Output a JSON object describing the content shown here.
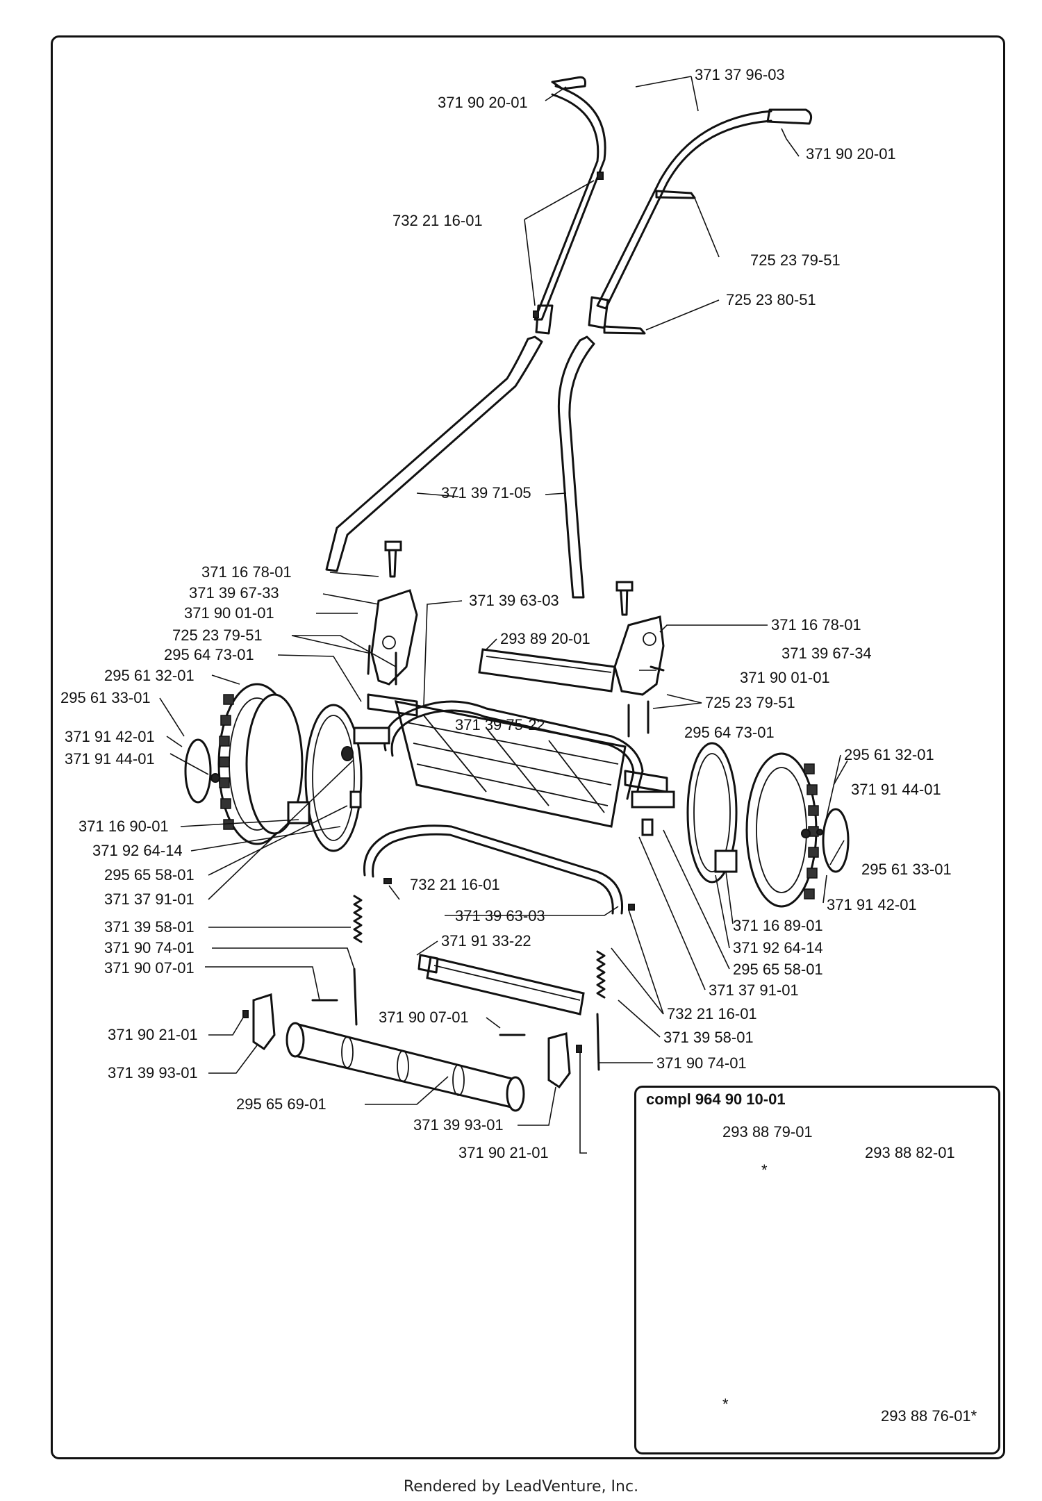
{
  "inset": {
    "title": "compl 964 90 10-01"
  },
  "footer": "Rendered by LeadVenture, Inc.",
  "labels": [
    {
      "id": "l1",
      "text": "371 37 96-03"
    },
    {
      "id": "l2",
      "text": "371 90 20-01"
    },
    {
      "id": "l3",
      "text": "371 90 20-01"
    },
    {
      "id": "l4",
      "text": "732 21 16-01"
    },
    {
      "id": "l5",
      "text": "725 23 79-51"
    },
    {
      "id": "l6",
      "text": "725 23 80-51"
    },
    {
      "id": "l7",
      "text": "371 39 71-05"
    },
    {
      "id": "l8",
      "text": "371 16 78-01"
    },
    {
      "id": "l9",
      "text": "371 39 67-33"
    },
    {
      "id": "l10",
      "text": "371 90 01-01"
    },
    {
      "id": "l11",
      "text": "371 39 63-03"
    },
    {
      "id": "l12",
      "text": "725 23 79-51"
    },
    {
      "id": "l13",
      "text": "295 64 73-01"
    },
    {
      "id": "l14",
      "text": "295 61 32-01"
    },
    {
      "id": "l15",
      "text": "295 61 33-01"
    },
    {
      "id": "l16",
      "text": "371 16 78-01"
    },
    {
      "id": "l17",
      "text": "293 89 20-01"
    },
    {
      "id": "l18",
      "text": "371 39 67-34"
    },
    {
      "id": "l19",
      "text": "371 90 01-01"
    },
    {
      "id": "l20",
      "text": "725 23 79-51"
    },
    {
      "id": "l21",
      "text": "371 39 75-22"
    },
    {
      "id": "l22",
      "text": "295 64 73-01"
    },
    {
      "id": "l23",
      "text": "295 61 32-01"
    },
    {
      "id": "l24",
      "text": "371 91 42-01"
    },
    {
      "id": "l25",
      "text": "371 91 44-01"
    },
    {
      "id": "l26",
      "text": "371 91 44-01"
    },
    {
      "id": "l27",
      "text": "371 16 90-01"
    },
    {
      "id": "l28",
      "text": "371 92 64-14"
    },
    {
      "id": "l29",
      "text": "295 65 58-01"
    },
    {
      "id": "l30",
      "text": "295 61 33-01"
    },
    {
      "id": "l31",
      "text": "371 37 91-01"
    },
    {
      "id": "l32",
      "text": "732 21 16-01"
    },
    {
      "id": "l33",
      "text": "371 91 42-01"
    },
    {
      "id": "l34",
      "text": "371 39 63-03"
    },
    {
      "id": "l35",
      "text": "371 16 89-01"
    },
    {
      "id": "l36",
      "text": "371 39 58-01"
    },
    {
      "id": "l37",
      "text": "371 92 64-14"
    },
    {
      "id": "l38",
      "text": "371 91 33-22"
    },
    {
      "id": "l39",
      "text": "371 90 74-01"
    },
    {
      "id": "l40",
      "text": "295 65 58-01"
    },
    {
      "id": "l41",
      "text": "371 90 07-01"
    },
    {
      "id": "l42",
      "text": "371 37 91-01"
    },
    {
      "id": "l43",
      "text": "732 21 16-01"
    },
    {
      "id": "l44",
      "text": "371 90 07-01"
    },
    {
      "id": "l45",
      "text": "371 90 21-01"
    },
    {
      "id": "l46",
      "text": "371 39 58-01"
    },
    {
      "id": "l47",
      "text": "371 39 93-01"
    },
    {
      "id": "l48",
      "text": "371 90 74-01"
    },
    {
      "id": "l49",
      "text": "295 65 69-01"
    },
    {
      "id": "l50",
      "text": "371 39 93-01"
    },
    {
      "id": "l51",
      "text": "371 90 21-01"
    },
    {
      "id": "l52",
      "text": "293 88 79-01"
    },
    {
      "id": "l53",
      "text": "293 88 82-01"
    },
    {
      "id": "l54",
      "text": "*"
    },
    {
      "id": "l55",
      "text": "*"
    },
    {
      "id": "l56",
      "text": "293 88 76-01*"
    }
  ]
}
